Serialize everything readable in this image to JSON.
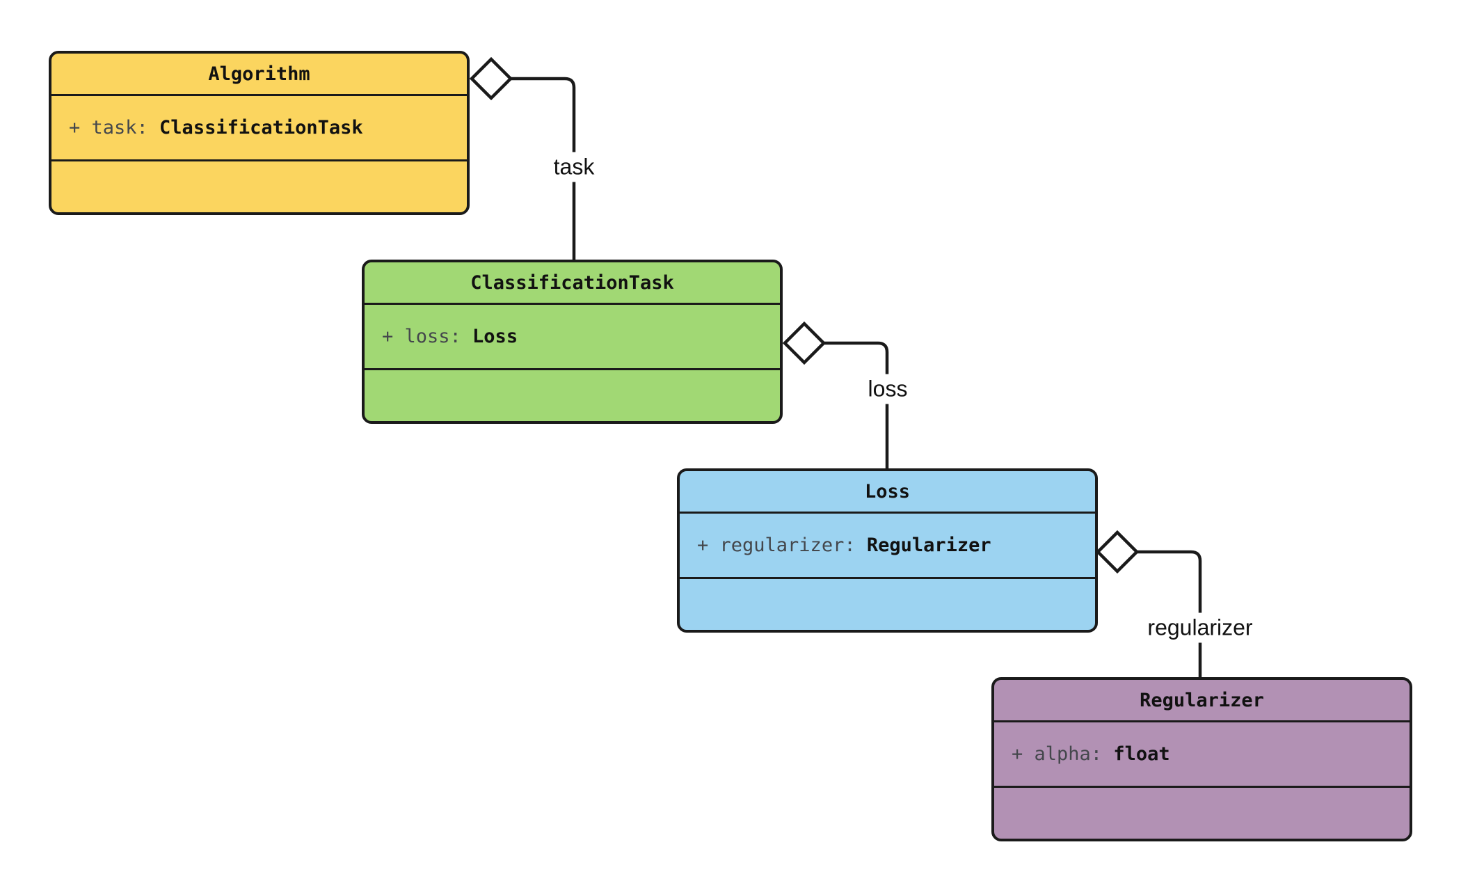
{
  "diagram": {
    "type": "uml-class-diagram",
    "classes": [
      {
        "name": "Algorithm",
        "fill": "#FBD55F",
        "attributes": [
          {
            "visibility": "+",
            "name": "task:",
            "type": "ClassificationTask"
          }
        ]
      },
      {
        "name": "ClassificationTask",
        "fill": "#A1D874",
        "attributes": [
          {
            "visibility": "+",
            "name": "loss:",
            "type": "Loss"
          }
        ]
      },
      {
        "name": "Loss",
        "fill": "#9CD3F1",
        "attributes": [
          {
            "visibility": "+",
            "name": "regularizer:",
            "type": "Regularizer"
          }
        ]
      },
      {
        "name": "Regularizer",
        "fill": "#B291B4",
        "attributes": [
          {
            "visibility": "+",
            "name": "alpha:",
            "type": "float"
          }
        ]
      }
    ],
    "relations": [
      {
        "from": "Algorithm",
        "to": "ClassificationTask",
        "label": "task",
        "kind": "aggregation"
      },
      {
        "from": "ClassificationTask",
        "to": "Loss",
        "label": "loss",
        "kind": "aggregation"
      },
      {
        "from": "Loss",
        "to": "Regularizer",
        "label": "regularizer",
        "kind": "aggregation"
      }
    ],
    "colors": {
      "background": "#FFFFFF",
      "line": "#1A1A1A",
      "diamond_fill": "#FFFFFF",
      "title_text": "#111111",
      "attribute_name_text": "#44474C",
      "attribute_type_text": "#111111"
    }
  }
}
